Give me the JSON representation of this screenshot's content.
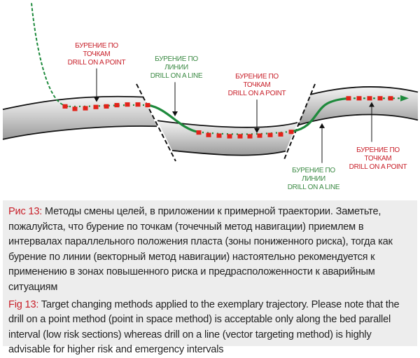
{
  "colors": {
    "point": "#e2231a",
    "line": "#1e8a3c",
    "label_red": "#c8202a",
    "label_green": "#3b8a44",
    "caption_bg": "#ededed"
  },
  "labels": [
    {
      "ru1": "БУРЕНИЕ ПО",
      "ru2": "ТОЧКАМ",
      "en": "DRILL ON A POINT"
    },
    {
      "ru1": "БУРЕНИЕ ПО",
      "ru2": "ЛИНИИ",
      "en": "DRILL ON A LINE"
    },
    {
      "ru1": "БУРЕНИЕ ПО",
      "ru2": "ТОЧКАМ",
      "en": "DRILL ON A POINT"
    },
    {
      "ru1": "БУРЕНИЕ ПО",
      "ru2": "ЛИНИИ",
      "en": "DRILL ON A LINE"
    },
    {
      "ru1": "БУРЕНИЕ ПО",
      "ru2": "ТОЧКАМ",
      "en": "DRILL ON A POINT"
    }
  ],
  "caption": {
    "ru_fig": "Рис 13:",
    "ru_text": " Методы смены целей, в приложении к примерной траектории. Заметьте, пожалуйста, что бурение по точкам (точечный метод навигации) приемлем в интервалах параллельного положения пласта (зоны пониженного риска), тогда как бурение по линии (векторный метод навигации) настоятельно рекомендуется к применению в зонах повышенного риска и предрасположенности к аварийным ситуациям",
    "en_fig": "Fig 13:",
    "en_text": " Target changing methods applied to the exemplary trajectory. Please note that the drill on a point method (point in space method) is acceptable only along the bed parallel interval (low risk sections) whereas drill on a line (vector targeting method) is highly advisable for higher risk and emergency intervals"
  }
}
